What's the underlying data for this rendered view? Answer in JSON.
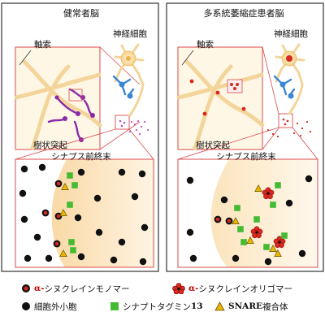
{
  "panels": {
    "left": {
      "title": "健常者脳",
      "axon_label": "軸索",
      "neuron_label": "神経細胞",
      "dendrite_label": "樹状突起",
      "synapse_label": "シナプス前終末"
    },
    "right": {
      "title": "多系統萎縮症患者脳",
      "axon_label": "軸索",
      "neuron_label": "神経細胞",
      "dendrite_label": "樹状突起",
      "synapse_label": "シナプス前終末"
    }
  },
  "legend": {
    "monomer_prefix": "α-",
    "monomer_rest": "シヌクレインモノマー",
    "oligomer_prefix": "α-",
    "oligomer_rest": "シヌクレインオリゴマー",
    "exosome": "細胞外小胞",
    "synaptotagmin_name": "シナプトタグミン",
    "synaptotagmin_num": "13",
    "snare_latin": "SNARE",
    "snare_rest": "複合体"
  },
  "colors": {
    "cell_fill": "#fbdfa8",
    "synapse_fill": "#f6c27a",
    "monomer": "#d8281f",
    "oligomer": "#d8281f",
    "exosome": "#111111",
    "synaptotagmin": "#44bb33",
    "snare": "#e8b800",
    "dendrite_purple": "#8a2aa8",
    "neuron_blue": "#3a86d4"
  }
}
